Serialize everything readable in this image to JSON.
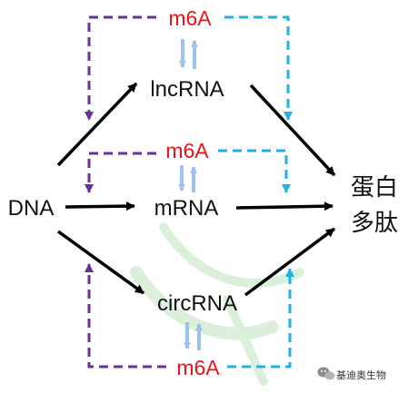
{
  "nodes": {
    "dna": "DNA",
    "lncrna": "lncRNA",
    "mrna": "mRNA",
    "circrna": "circRNA",
    "protein_line1": "蛋白",
    "protein_line2": "多肽",
    "m6a_top": "m6A",
    "m6a_mid": "m6A",
    "m6a_bottom": "m6A"
  },
  "watermark": {
    "text": "基迪奥生物"
  },
  "colors": {
    "arrow_main": "#000000",
    "m6a_label": "#e8141b",
    "writer_dashed": "#6a2f9f",
    "reader_dashed": "#1eb0e8",
    "modification_arrows": "#9cc3ef",
    "background_mark": "#bfe3bf"
  }
}
